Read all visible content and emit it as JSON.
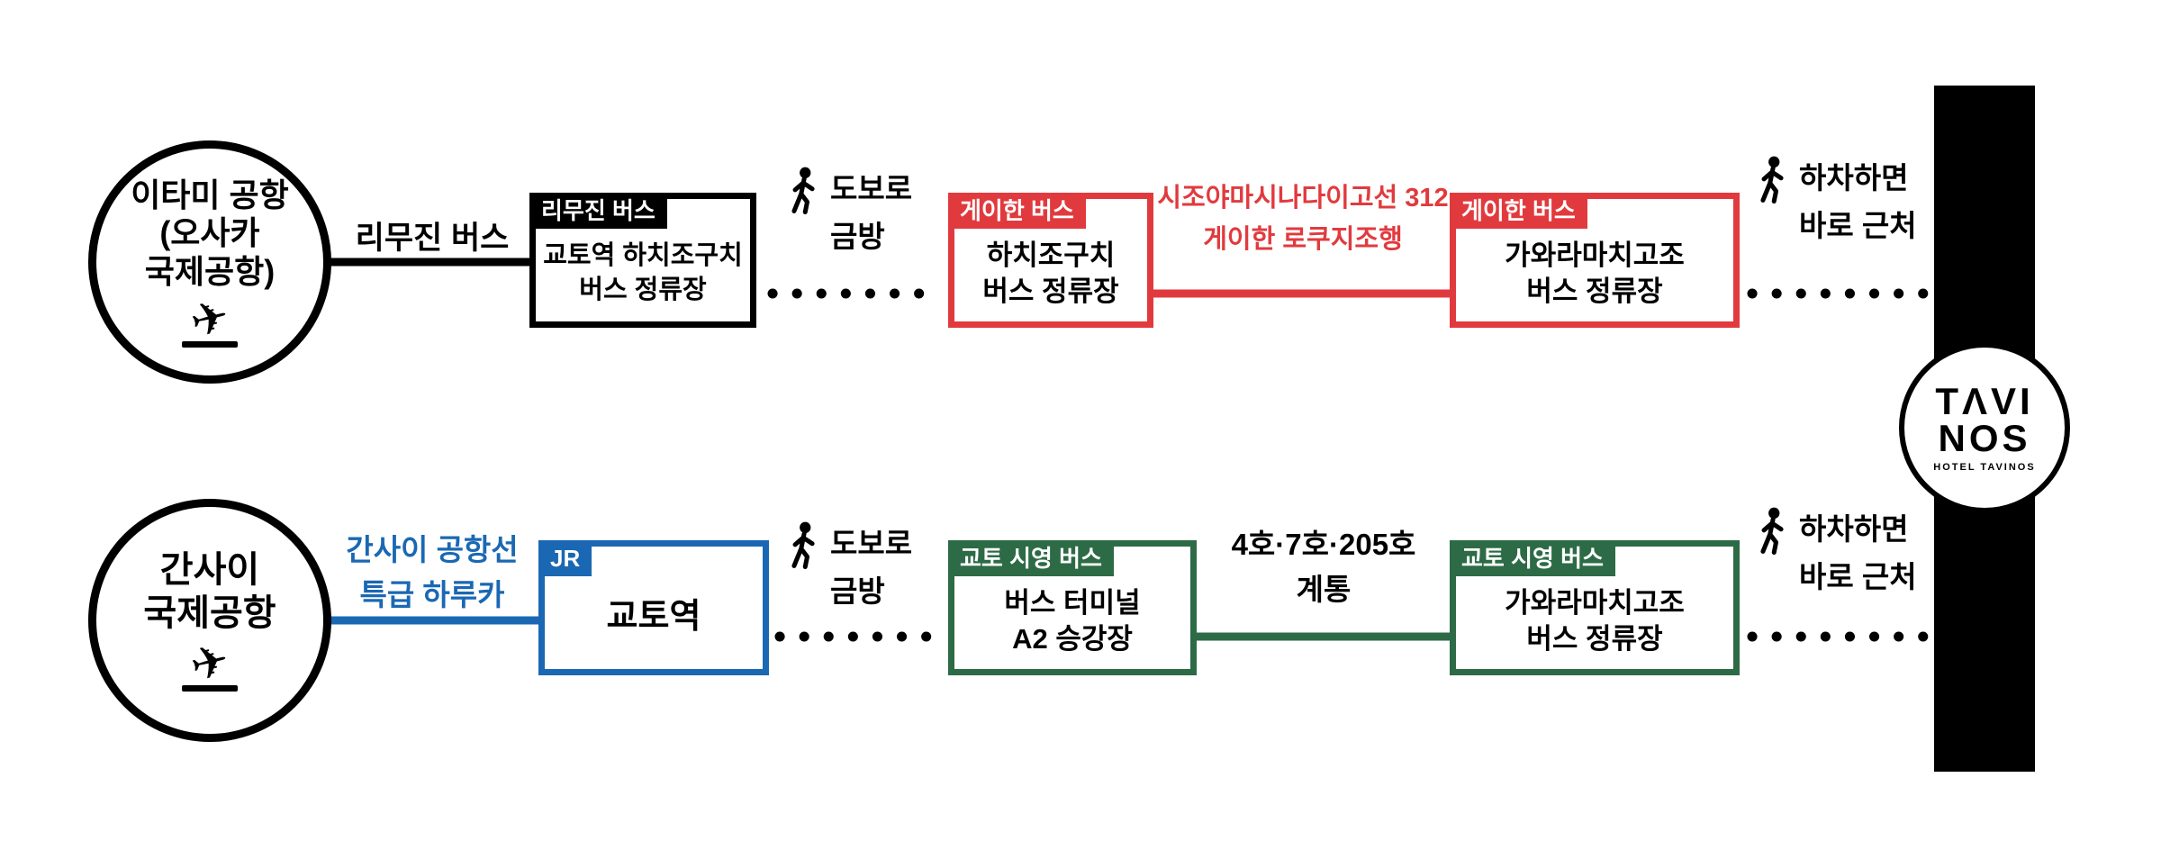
{
  "colors": {
    "black": "#000000",
    "red": "#e13a3e",
    "blue": "#1a68b3",
    "green": "#2c6b45"
  },
  "icons": {
    "airplane": "✈"
  },
  "top_route": {
    "origin_line1": "이타미 공항",
    "origin_line2": "(오사카",
    "origin_line3": "국제공항)",
    "leg1_label": "리무진 버스",
    "stop1_tag": "리무진 버스",
    "stop1_line1": "교토역 하치조구치",
    "stop1_line2": "버스 정류장",
    "walk1_line1": "도보로",
    "walk1_line2": "금방",
    "stop2_tag": "게이한 버스",
    "stop2_line1": "하치조구치",
    "stop2_line2": "버스 정류장",
    "leg2_line1": "시조야마시나다이고선 312",
    "leg2_line2": "게이한 로쿠지조행",
    "stop3_tag": "게이한 버스",
    "stop3_line1": "가와라마치고조",
    "stop3_line2": "버스 정류장",
    "walk2_line1": "하차하면",
    "walk2_line2": "바로 근처"
  },
  "bottom_route": {
    "origin_line1": "간사이",
    "origin_line2": "국제공항",
    "leg1_line1": "간사이 공항선",
    "leg1_line2": "특급 하루카",
    "stop1_tag": "JR",
    "stop1_line1": "교토역",
    "walk1_line1": "도보로",
    "walk1_line2": "금방",
    "stop2_tag": "교토 시영 버스",
    "stop2_line1": "버스 터미널",
    "stop2_line2": "A2 승강장",
    "leg2_line1": "4호·7호·205호",
    "leg2_line2": "계통",
    "stop3_tag": "교토 시영 버스",
    "stop3_line1": "가와라마치고조",
    "stop3_line2": "버스 정류장",
    "walk2_line1": "하차하면",
    "walk2_line2": "바로 근처"
  },
  "hotel": {
    "logo_line1": "TΛVI",
    "logo_line2": "NOS",
    "logo_sub": "HOTEL TAVINOS"
  }
}
